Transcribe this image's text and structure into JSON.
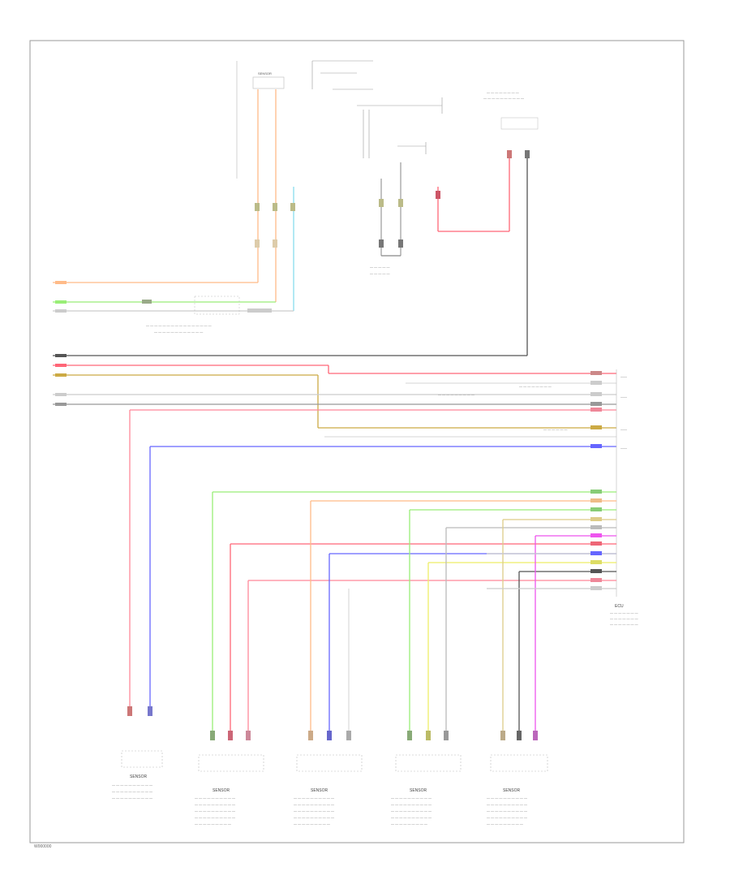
{
  "diagram_code": "W000000",
  "components": {
    "sensor_top": "SENSOR",
    "ecu_label": "ECU",
    "bottom_sensors": [
      "SENSOR",
      "SENSOR",
      "SENSOR",
      "SENSOR",
      "SENSOR"
    ]
  },
  "colors": {
    "red": "#ff6677",
    "pink": "#ff8899",
    "orange": "#ffbb88",
    "green": "#99ee77",
    "blue": "#6666ff",
    "yellow": "#eeee66",
    "magenta": "#ee55ee",
    "gray": "#aaaaaa",
    "dark": "#555555",
    "cyan": "#88ddee",
    "olive": "#ccaa44",
    "light": "#dddddd",
    "frame": "#999999"
  }
}
